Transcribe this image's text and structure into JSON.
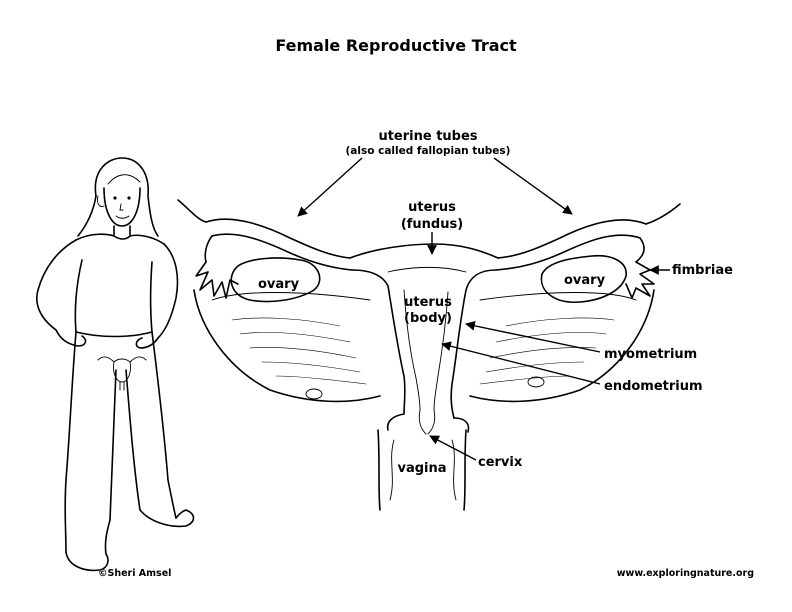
{
  "title": "Female Reproductive Tract",
  "labels": {
    "uterine_tubes": "uterine tubes",
    "uterine_tubes_note": "(also called fallopian tubes)",
    "uterus_fundus_1": "uterus",
    "uterus_fundus_2": "(fundus)",
    "uterus_body_1": "uterus",
    "uterus_body_2": "(body)",
    "ovary_left": "ovary",
    "ovary_right": "ovary",
    "fimbriae": "fimbriae",
    "myometrium": "myometrium",
    "endometrium": "endometrium",
    "cervix": "cervix",
    "vagina": "vagina"
  },
  "footer": {
    "copyright": "©Sheri Amsel",
    "website": "www.exploringnature.org"
  }
}
